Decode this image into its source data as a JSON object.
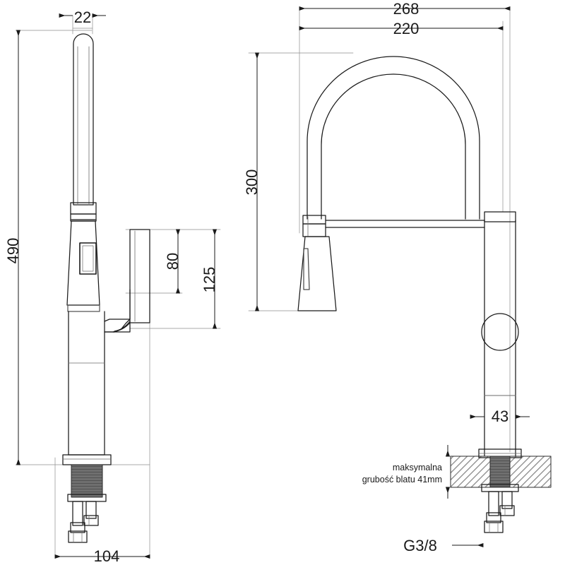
{
  "document": {
    "type": "technical-drawing",
    "subject": "kitchen-faucet-dimensioned-drawing",
    "background_color": "#ffffff",
    "line_color": "#1a1a1a",
    "thin_line_color": "#555555",
    "hatch_color": "#808080",
    "thread_color": "#4d4d4d",
    "units": "mm",
    "views": [
      {
        "id": "left-view",
        "name": "side-elevation-pull-out-faucet"
      },
      {
        "id": "right-view",
        "name": "front-elevation-gooseneck-faucet"
      }
    ]
  },
  "dimensions": {
    "left_view": [
      {
        "id": "dim-22",
        "label": "22",
        "value": 22,
        "orientation": "horizontal",
        "position": "top",
        "arrow_style": "outside-inward"
      },
      {
        "id": "dim-490",
        "label": "490",
        "value": 490,
        "orientation": "vertical",
        "position": "far-left",
        "arrow_style": "inside"
      },
      {
        "id": "dim-80",
        "label": "80",
        "value": 80,
        "orientation": "vertical",
        "position": "middle",
        "arrow_style": "inside"
      },
      {
        "id": "dim-125",
        "label": "125",
        "value": 125,
        "orientation": "vertical",
        "position": "middle-right",
        "arrow_style": "inside"
      },
      {
        "id": "dim-104",
        "label": "104",
        "value": 104,
        "orientation": "horizontal",
        "position": "bottom",
        "arrow_style": "inside"
      }
    ],
    "right_view": [
      {
        "id": "dim-268",
        "label": "268",
        "value": 268,
        "orientation": "horizontal",
        "position": "top",
        "arrow_style": "inside"
      },
      {
        "id": "dim-220",
        "label": "220",
        "value": 220,
        "orientation": "horizontal",
        "position": "top-second",
        "arrow_style": "inside"
      },
      {
        "id": "dim-300",
        "label": "300",
        "value": 300,
        "orientation": "vertical",
        "position": "left",
        "arrow_style": "inside"
      },
      {
        "id": "dim-43",
        "label": "43",
        "value": 43,
        "orientation": "horizontal",
        "position": "lower-body",
        "arrow_style": "outside-inward"
      }
    ]
  },
  "annotations": {
    "countertop_note": {
      "id": "note-countertop-thickness",
      "line1": "maksymalna",
      "line2": "grubość blatu 41mm",
      "value_mm": 41,
      "language": "pl"
    },
    "thread_callout": {
      "id": "callout-g38",
      "label": "G3/8",
      "leader": "arrow-right"
    }
  }
}
